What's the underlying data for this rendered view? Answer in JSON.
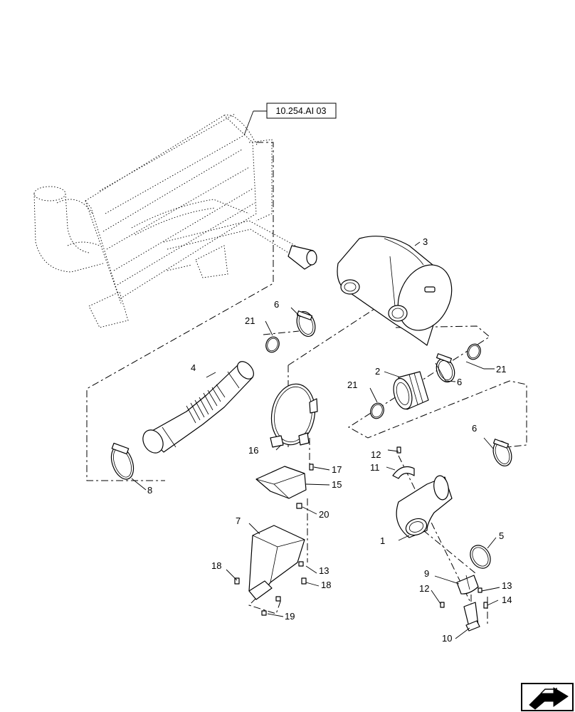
{
  "reference_label": "10.254.AI 03",
  "callouts": {
    "c1": "1",
    "c2": "2",
    "c3": "3",
    "c4": "4",
    "c5": "5",
    "c6a": "6",
    "c6b": "6",
    "c6c": "6",
    "c7": "7",
    "c8": "8",
    "c9": "9",
    "c10": "10",
    "c11": "11",
    "c12a": "12",
    "c12b": "12",
    "c13a": "13",
    "c13b": "13",
    "c14": "14",
    "c15": "15",
    "c16": "16",
    "c17": "17",
    "c18a": "18",
    "c18b": "18",
    "c19": "19",
    "c20": "20",
    "c21a": "21",
    "c21b": "21",
    "c21c": "21"
  },
  "icons": {
    "nav": "next-page-arrow-icon"
  }
}
